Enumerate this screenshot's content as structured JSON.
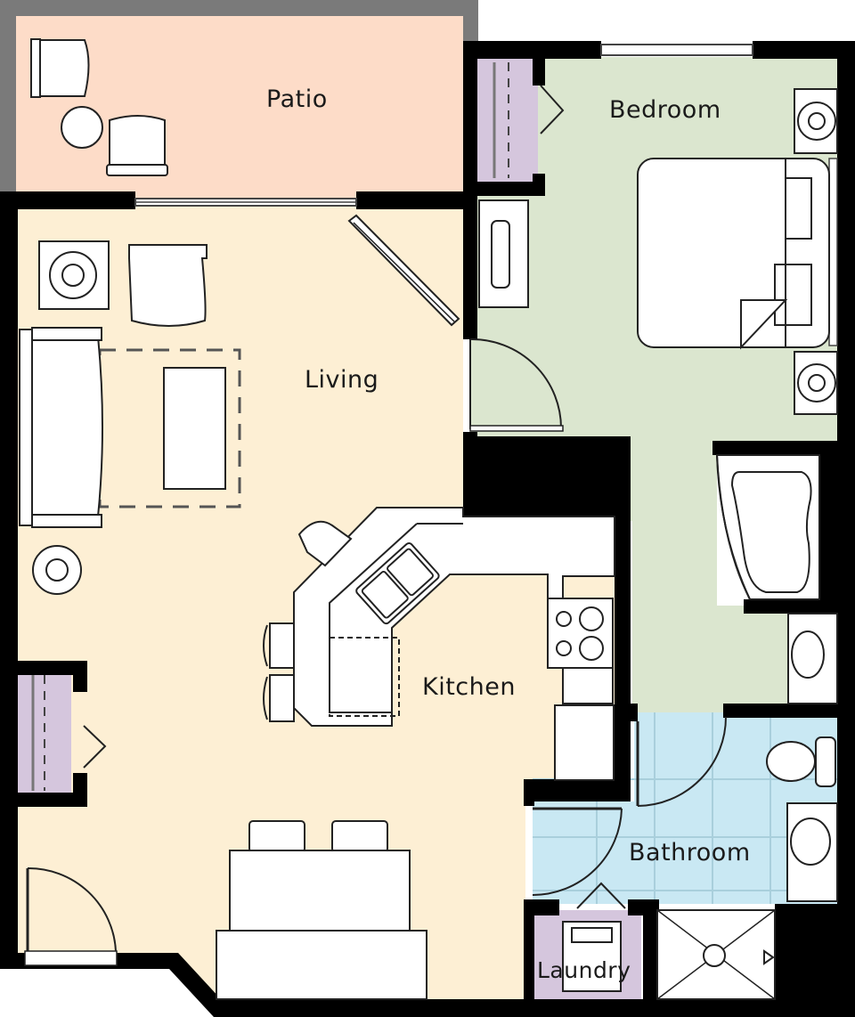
{
  "floorplan": {
    "colors": {
      "patio": "#fddcc8",
      "living": "#fdefd4",
      "bedroom": "#dbe6cf",
      "bathroom": "#c9e8f3",
      "closet": "#d5c6dd",
      "wall": "#000000",
      "patio_wall": "#7a7a7a",
      "furniture": "#ffffff",
      "tile_line": "#a9cfdc"
    },
    "rooms": [
      {
        "id": "patio",
        "label": "Patio"
      },
      {
        "id": "bedroom",
        "label": "Bedroom"
      },
      {
        "id": "living",
        "label": "Living"
      },
      {
        "id": "kitchen",
        "label": "Kitchen"
      },
      {
        "id": "bathroom",
        "label": "Bathroom"
      },
      {
        "id": "laundry",
        "label": "Laundry"
      }
    ]
  }
}
